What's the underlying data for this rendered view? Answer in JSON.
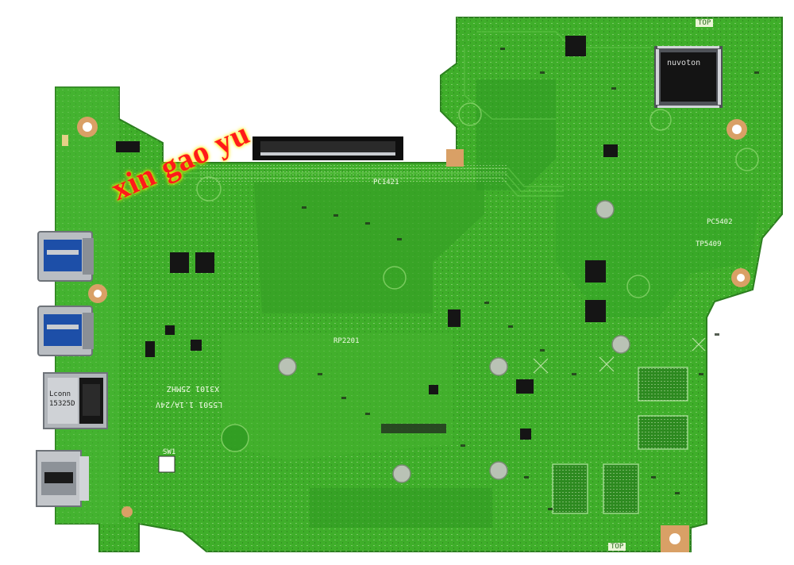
{
  "image": {
    "subject": "laptop motherboard",
    "colors": {
      "background": "#ffffff",
      "pcb": "#3fae2a",
      "pcb_dark": "#2a8a1e",
      "pcb_light": "#5cc23d",
      "copper": "#d9a066",
      "chip": "#151515",
      "metal": "#c9ccd0"
    }
  },
  "watermark": {
    "text": "xin gao yu"
  },
  "silkscreen": {
    "brand_chip": "nuvoton",
    "part_lines": [
      "L5501 1.1A/24V",
      "X3101 25MHZ"
    ],
    "connector_label": [
      "Lconn",
      "15325D"
    ],
    "top_marks": [
      "TOP",
      "TOP"
    ],
    "small_codes": [
      "TP5409",
      "PC5402",
      "RP2201",
      "SW1",
      "PC1421"
    ]
  }
}
